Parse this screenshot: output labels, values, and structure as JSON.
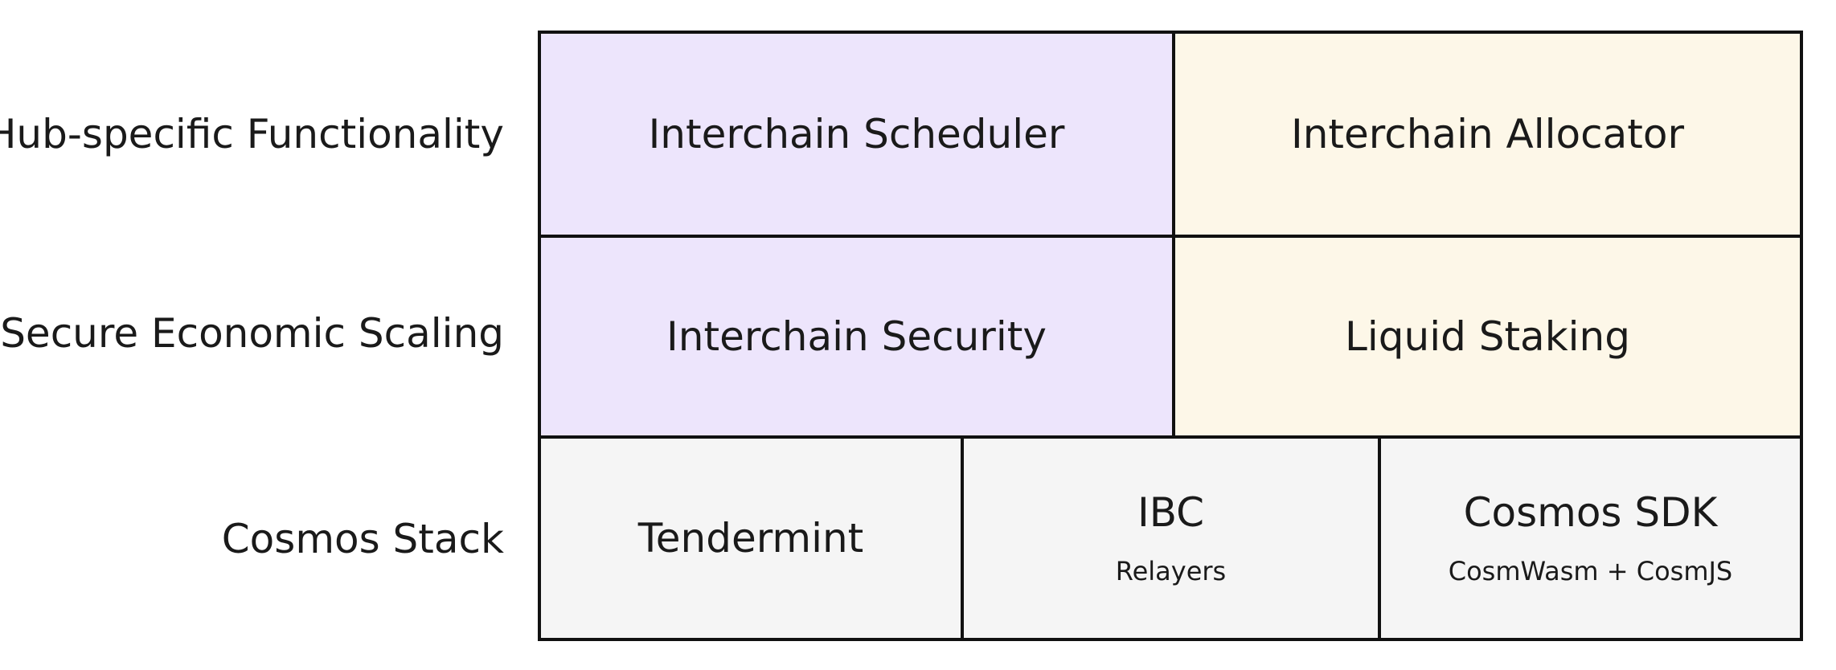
{
  "row_labels": {
    "hub": "Hub-specific Functionality",
    "scaling": "Secure Economic Scaling",
    "cosmos": "Cosmos Stack"
  },
  "cells": {
    "scheduler": "Interchain Scheduler",
    "allocator": "Interchain Allocator",
    "security": "Interchain Security",
    "staking": "Liquid Staking",
    "tendermint": "Tendermint",
    "ibc": {
      "title": "IBC",
      "subtitle": "Relayers"
    },
    "sdk": {
      "title": "Cosmos SDK",
      "subtitle": "CosmWasm + CosmJS"
    }
  },
  "colors": {
    "purple": "#ede5fc",
    "cream": "#fdf7e8",
    "gray": "#f5f5f5",
    "border": "#111111"
  }
}
